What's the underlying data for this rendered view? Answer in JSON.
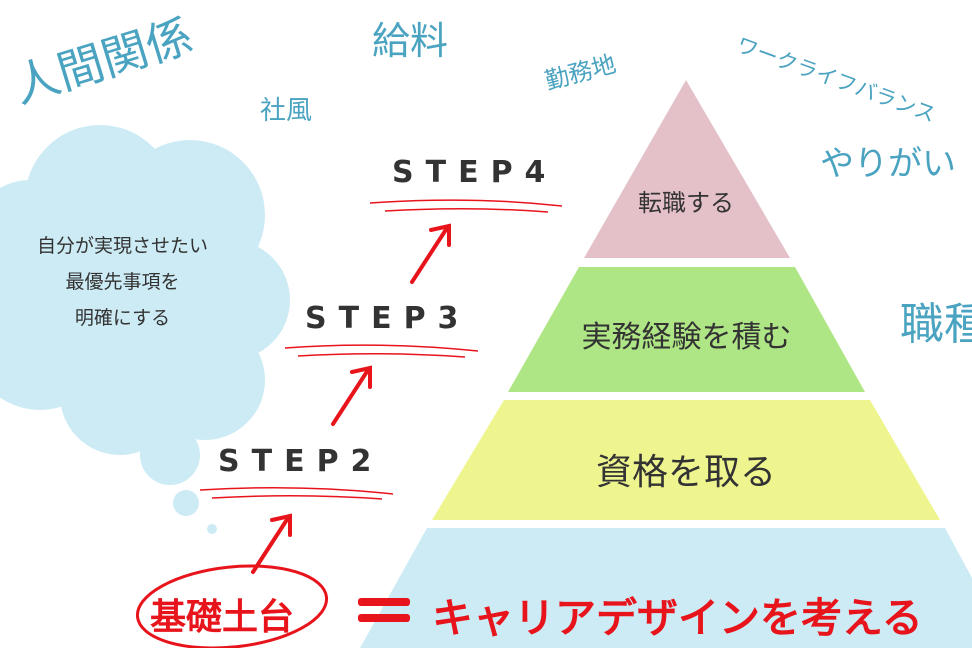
{
  "keywords": {
    "human_relations": "人間関係",
    "salary": "給料",
    "culture": "社風",
    "location": "勤務地",
    "work_life_balance": "ワークライフバランス",
    "fulfillment": "やりがい",
    "job_type": "職種"
  },
  "thought_bubble": {
    "line1": "自分が実現させたい",
    "line2": "最優先事項を",
    "line3": "明確にする"
  },
  "steps": {
    "step2": "STEP2",
    "step3": "STEP3",
    "step4": "STEP4"
  },
  "pyramid": {
    "tier4": "転職する",
    "tier3": "実務経験を積む",
    "tier2": "資格を取る"
  },
  "base": {
    "label": "基礎土台",
    "equals": "＝",
    "description": "キャリアデザインを考える"
  },
  "colors": {
    "keyword": "#4aa3c0",
    "accent_red": "#e8141c",
    "tier4": "#e4c1c9",
    "tier3": "#aee585",
    "tier2": "#eef58f",
    "tier1": "#cdebf5",
    "cloud": "#cdebf5"
  }
}
